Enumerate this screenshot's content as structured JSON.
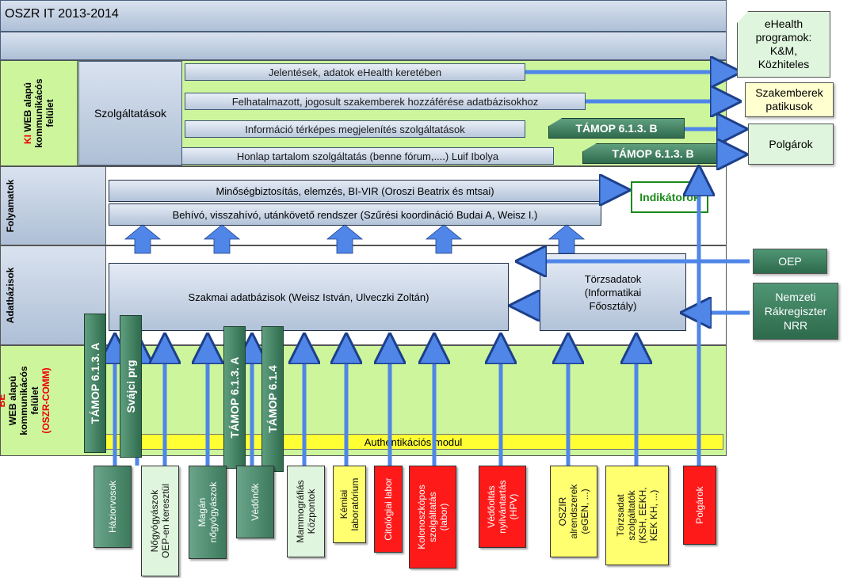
{
  "title": "OSZR IT 2013-2014",
  "lanes": {
    "ki": {
      "prefix": "KI",
      "line1": "WEB alapú",
      "line2": "kommunikácós",
      "line3": "felület"
    },
    "folyamatok": "Folyamatok",
    "adatbazisok": "Adatbázisok",
    "be": {
      "prefix": "BE",
      "line1": "WEB alapú",
      "line2": "kommunikácós",
      "line3": "felület",
      "line4": "(OSZR-COMM)"
    }
  },
  "services": {
    "label": "Szolgáltatások",
    "items": [
      "Jelentések, adatok eHealth keretében",
      "Felhatalmazott, jogosult szakemberek hozzáférése adatbázisokhoz",
      "Információ térképes megjelenítés szolgáltatások",
      "Honlap tartalom szolgáltatás (benne fórum,....) Luif Ibolya"
    ],
    "tamop": "TÁMOP 6.1.3. B"
  },
  "processes": [
    "Minőségbiztosítás, elemzés, BI-VIR  (Oroszi Beatrix és mtsai)",
    "Behívó, visszahívó, utánkövető rendszer (Szűrési koordináció Budai A, Weisz I.)"
  ],
  "indicators": "Indikátorok",
  "databases": {
    "main": "Szakmai adatbázisok (Weisz István, Ulveczki Zoltán)",
    "master": [
      "Törzsadatok",
      "(Informatikai",
      "Főosztály)"
    ]
  },
  "right_outputs": {
    "ehealth": [
      "eHealth",
      "programok:",
      "K&M,",
      "Közhiteles"
    ],
    "experts": [
      "Szakemberek",
      "patikusok"
    ],
    "citizens": "Polgárok"
  },
  "right_inputs": {
    "oep": "OEP",
    "nrr": [
      "Nemzeti",
      "Rákregiszter",
      "NRR"
    ]
  },
  "be_projects": [
    "TÁMOP 6.1.3. A",
    "Svájci prg",
    "TÁMOP 6.1.3. A",
    "TÁMOP 6.1.4"
  ],
  "auth": "Authentikációs modul",
  "sources": [
    [
      "Háziorvosok"
    ],
    [
      "Nőgyógyászok",
      "OEP-en keresztül"
    ],
    [
      "Magán",
      "nőgyógyászok"
    ],
    [
      "Védőnők"
    ],
    [
      "Mammográfiás",
      "Központok"
    ],
    [
      "Kémiai",
      "laboratórium"
    ],
    [
      "Citológiai labor"
    ],
    [
      "Kolonoszkópos",
      "szolgáltatás",
      "(labor)"
    ],
    [
      "Védőoltás",
      "nyilvántartás",
      "(HPV)"
    ],
    [
      "OSZIR",
      "alrendszerek",
      "(eGEN, ...)"
    ],
    [
      "Törzsadat",
      "szolgáltatók",
      "(KSH, EEKH,",
      "KEK KH, ...)"
    ],
    [
      "Polgárok"
    ]
  ],
  "colors": {
    "lane_green": "#ccf59c",
    "tamop_green": "#3d7a5c",
    "arrow_blue": "#4f86e8",
    "indicator_green": "#1a8a1a"
  }
}
